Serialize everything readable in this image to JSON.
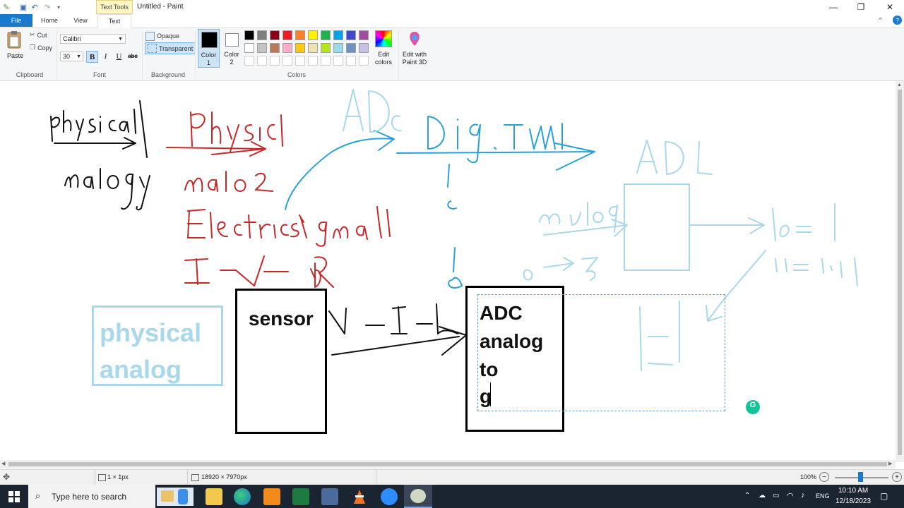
{
  "title_bar": {
    "context_tab": "Text Tools",
    "window_title": "Untitled - Paint",
    "min_glyph": "—",
    "max_glyph": "❐",
    "close_glyph": "✕"
  },
  "tabs": {
    "file": "File",
    "home": "Home",
    "view": "View",
    "text": "Text"
  },
  "ribbon": {
    "clipboard": {
      "paste": "Paste",
      "cut": "Cut",
      "copy": "Copy",
      "label": "Clipboard"
    },
    "font": {
      "family": "Calibri",
      "size": "30",
      "bold": "B",
      "italic": "I",
      "underline": "U",
      "strike": "abc",
      "label": "Font"
    },
    "background": {
      "opaque": "Opaque",
      "transparent": "Transparent",
      "label": "Background"
    },
    "colors": {
      "color1": "Color",
      "color1_num": "1",
      "color2": "Color",
      "color2_num": "2",
      "edit_colors_1": "Edit",
      "edit_colors_2": "colors",
      "label": "Colors",
      "palette_row1": [
        "#000000",
        "#7f7f7f",
        "#880015",
        "#ed1c24",
        "#ff7f27",
        "#fff200",
        "#22b14c",
        "#00a2e8",
        "#3f48cc",
        "#a349a4"
      ],
      "palette_row2": [
        "#ffffff",
        "#c3c3c3",
        "#b97a57",
        "#ffaec9",
        "#ffc90e",
        "#efe4b0",
        "#b5e61d",
        "#99d9ea",
        "#7092be",
        "#c8bfe7"
      ]
    },
    "paint3d_1": "Edit with",
    "paint3d_2": "Paint 3D",
    "help": "?"
  },
  "canvas": {
    "sensor_label": "sensor",
    "physical_box_line1": "physical",
    "physical_box_line2": "analog",
    "adc_text_line1": "ADC",
    "adc_text_line2": "analog",
    "adc_text_line3": "to",
    "adc_text_line4": "g",
    "grammarly_glyph": "G"
  },
  "status": {
    "selection_size": "1 × 1px",
    "image_size": "18920 × 7970px",
    "zoom": "100%"
  },
  "taskbar": {
    "search_placeholder": "Type here to search",
    "language": "ENG",
    "time": "10:10 AM",
    "date": "12/18/2023"
  }
}
